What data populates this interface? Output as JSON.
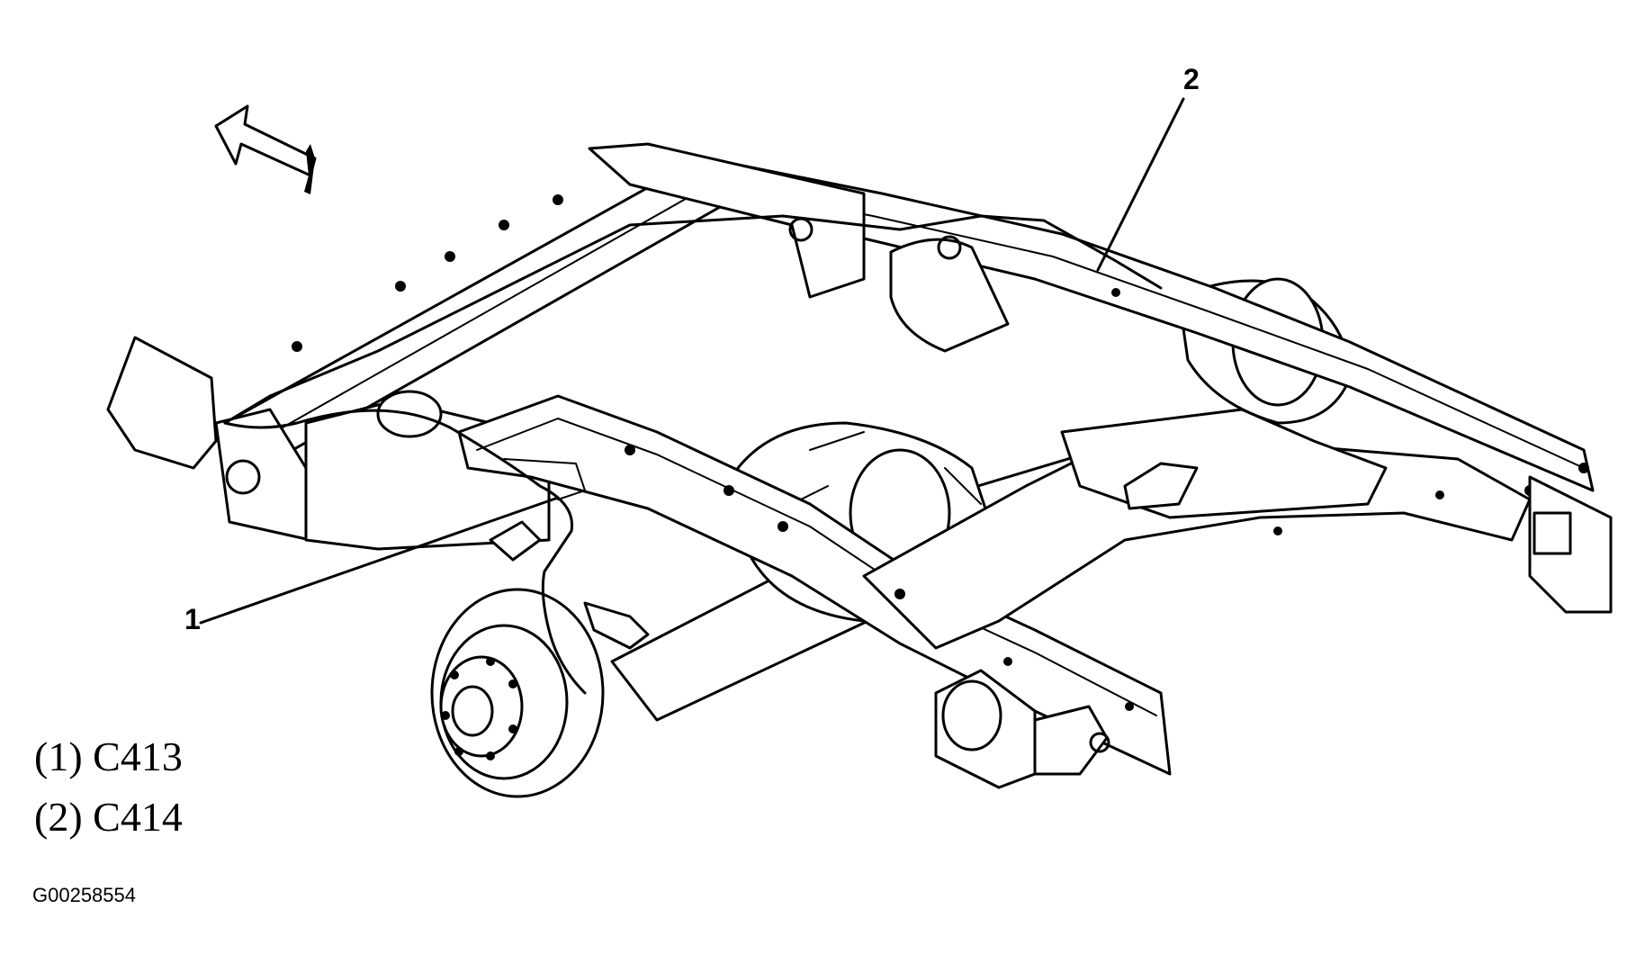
{
  "diagram": {
    "callouts": [
      {
        "id": "1",
        "label": "1"
      },
      {
        "id": "2",
        "label": "2"
      }
    ],
    "legend": [
      {
        "text": "(1) C413"
      },
      {
        "text": "(2) C414"
      }
    ],
    "figure_id": "G00258554"
  }
}
